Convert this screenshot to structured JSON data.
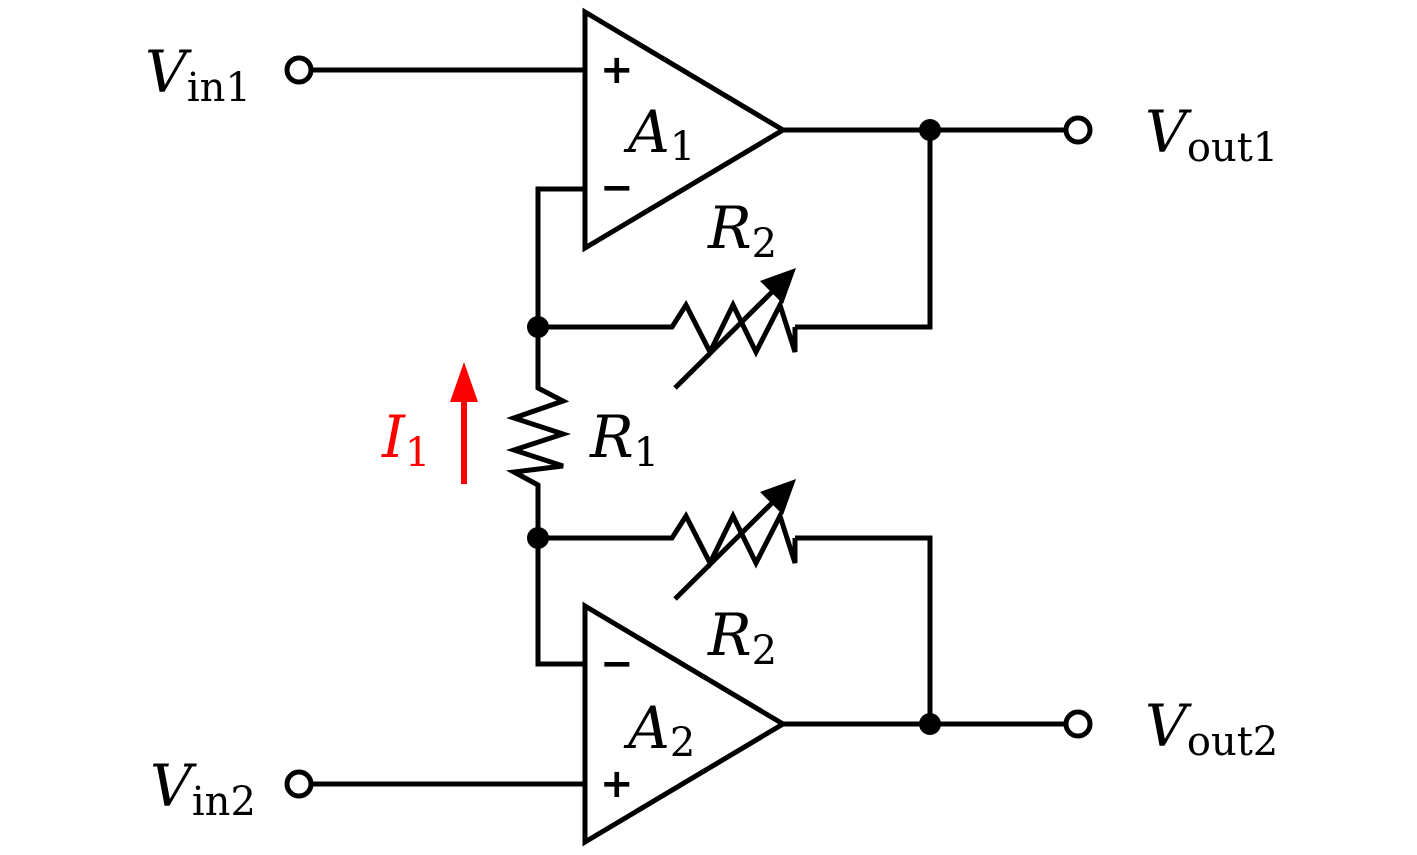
{
  "accent_current_color": "#ff0000",
  "line_color": "#000000",
  "labels": {
    "vin1": {
      "main": "V",
      "sub": "in1"
    },
    "vin2": {
      "main": "V",
      "sub": "in2"
    },
    "vout1": {
      "main": "V",
      "sub": "out1"
    },
    "vout2": {
      "main": "V",
      "sub": "out2"
    },
    "a1": {
      "main": "A",
      "sub": "1"
    },
    "a2": {
      "main": "A",
      "sub": "2"
    },
    "r2_top": {
      "main": "R",
      "sub": "2"
    },
    "r2_bottom": {
      "main": "R",
      "sub": "2"
    },
    "r1": {
      "main": "R",
      "sub": "1"
    },
    "i1": {
      "main": "I",
      "sub": "1"
    }
  },
  "opamp_inputs": {
    "a1_plus": "+",
    "a1_minus": "−",
    "a2_minus": "−",
    "a2_plus": "+"
  }
}
